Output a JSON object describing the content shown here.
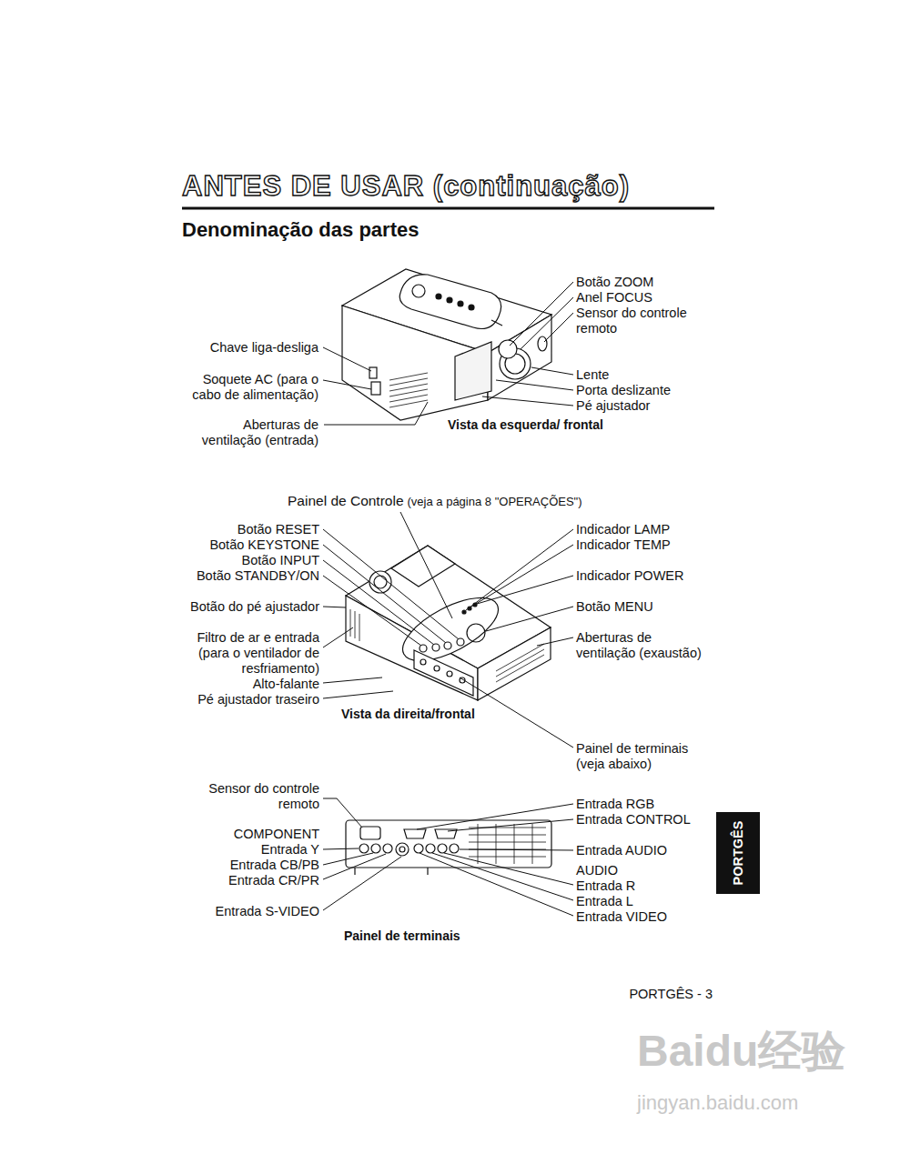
{
  "diagram": {
    "title": "ANTES DE USAR (continuação)",
    "nodes": [
      {
        "text": [
          "PORTGÊS"
        ]
      }
    ],
    "labels": [
      "Denominação das partes",
      "Botão ZOOM",
      "Anel FOCUS",
      "Sensor do controle remoto",
      "Chave liga-desliga",
      "Lente",
      "Soquete AC (para o cabo de alimentação)",
      "Porta deslizante",
      "Pé ajustador",
      "Aberturas de ventilação (entrada)",
      "Vista da esquerda/ frontal",
      "Painel de Controle",
      "(veja a página 8 \"OPERAÇÕES\")",
      "Botão RESET",
      "Indicador LAMP",
      "Botão KEYSTONE",
      "Indicador TEMP",
      "Botão INPUT",
      "Botão STANDBY/ON",
      "Indicador POWER",
      "Botão do pé ajustador",
      "Botão MENU",
      "Filtro de ar e entrada (para o ventilador de resfriamento)",
      "Aberturas de ventilação (exaustão)",
      "Alto-falante",
      "Pé ajustador traseiro",
      "Vista da direita/frontal",
      "Painel de terminais (veja abaixo)",
      "Sensor do controle remoto",
      "Entrada RGB",
      "Entrada CONTROL",
      "COMPONENT",
      "Entrada Y",
      "Entrada AUDIO",
      "Entrada CB/PB",
      "Entrada CR/PR",
      "AUDIO",
      "Entrada R",
      "Entrada L",
      "Entrada S-VIDEO",
      "Entrada VIDEO",
      "Painel de terminais",
      "PORTGÊS - 3",
      "Baidu经验",
      "jingyan.baidu.com"
    ]
  }
}
